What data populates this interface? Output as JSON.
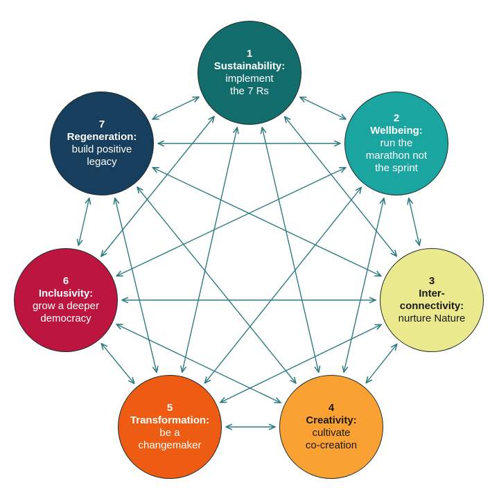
{
  "nodes": [
    {
      "number": "1",
      "name": "Sustainability:",
      "desc": "implement\nthe 7 Rs",
      "color": "#136c6c",
      "text_color": "#ffffff"
    },
    {
      "number": "2",
      "name": "Wellbeing:",
      "desc": "run the\nmarathon not\nthe sprint",
      "color": "#1aa5a0",
      "text_color": "#ffffff"
    },
    {
      "number": "3",
      "name": "Inter-\nconnectivity:",
      "desc": "nurture Nature",
      "color": "#ebe98d",
      "text_color": "#1a1a1a"
    },
    {
      "number": "4",
      "name": "Creativity:",
      "desc": "cultivate\nco-creation",
      "color": "#f9a233",
      "text_color": "#1a1a1a"
    },
    {
      "number": "5",
      "name": "Transformation:",
      "desc": "be a\nchangemaker",
      "color": "#ee5c13",
      "text_color": "#ffffff"
    },
    {
      "number": "6",
      "name": "Inclusivity:",
      "desc": "grow a deeper\ndemocracy",
      "color": "#bc1640",
      "text_color": "#ffffff"
    },
    {
      "number": "7",
      "name": "Regeneration:",
      "desc": "build positive\nlegacy",
      "color": "#173e5c",
      "text_color": "#ffffff"
    }
  ],
  "connector_color": "#2d7b7e"
}
